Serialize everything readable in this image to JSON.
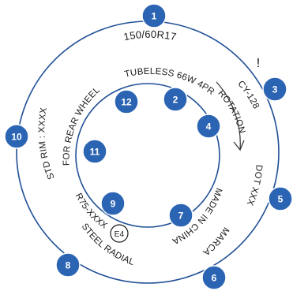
{
  "figure": {
    "markings": {
      "size": "150/60R17",
      "tubeless_load": "TUBELESS 66W 4PR",
      "model": "CY-128",
      "rotation": "ROTATION",
      "dot": "DOT XXX",
      "brand": "MARCA",
      "origin": "MADE IN CHINA",
      "steel_radial": "STEEL RADIAL",
      "e_mark": "E4",
      "approval": "R75-XXXX",
      "std_rim": "STD RIM : XXXX",
      "rear_wheel": "FOR REAR WHEEL",
      "warning_mark": "!"
    },
    "callouts": [
      "1",
      "2",
      "3",
      "4",
      "5",
      "6",
      "7",
      "8",
      "9",
      "10",
      "11",
      "12"
    ]
  },
  "colors": {
    "ring": "#1f4f96",
    "badge": "#2b64b3",
    "text": "#1a1a1a"
  }
}
